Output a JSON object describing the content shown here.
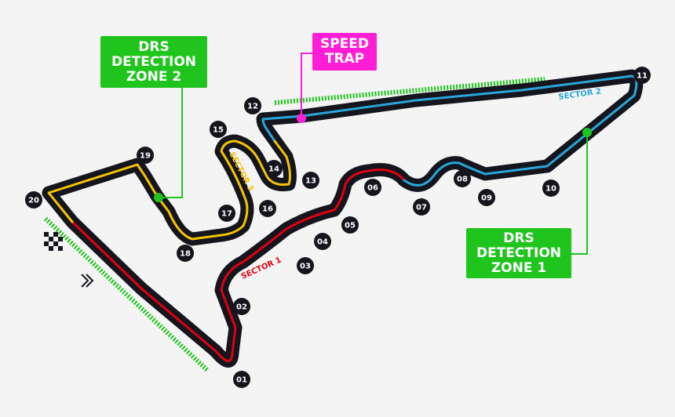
{
  "callouts": {
    "drs2": [
      "DRS",
      "DETECTION",
      "ZONE 2"
    ],
    "drs1": [
      "DRS",
      "DETECTION",
      "ZONE 1"
    ],
    "speed_trap": [
      "SPEED",
      "TRAP"
    ]
  },
  "sectors": {
    "s1": {
      "label": "SECTOR 1",
      "color": "#e1000f"
    },
    "s2": {
      "label": "SECTOR 2",
      "color": "#2aa6d9"
    },
    "s3": {
      "label": "SECTOR 3",
      "color": "#f5c400"
    }
  },
  "turns": [
    "01",
    "02",
    "03",
    "04",
    "05",
    "06",
    "07",
    "08",
    "09",
    "10",
    "11",
    "12",
    "13",
    "14",
    "15",
    "16",
    "17",
    "18",
    "19",
    "20"
  ],
  "colors": {
    "track": "#15151e",
    "drs_zone": "#1fc41d",
    "speed_trap": "#ff1ed6",
    "background": "#f4f4f4"
  },
  "icons": [
    "chequered-flag-icon",
    "direction-chevrons-icon"
  ]
}
